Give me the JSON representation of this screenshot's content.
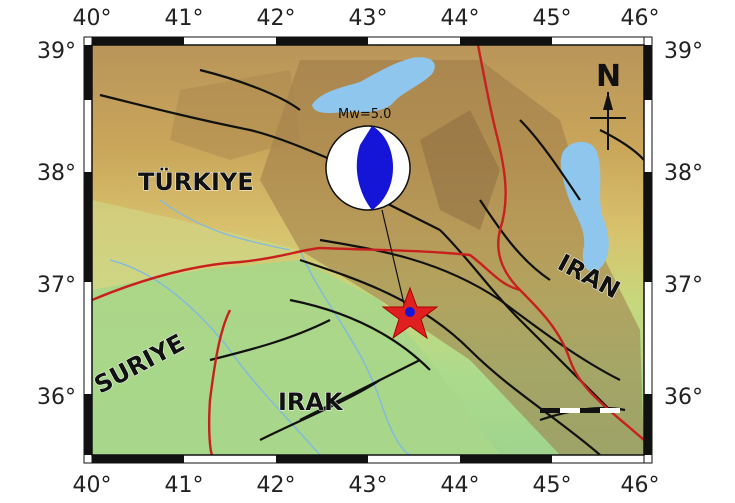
{
  "map": {
    "lon_labels": [
      "40°",
      "41°",
      "42°",
      "43°",
      "44°",
      "45°",
      "46°"
    ],
    "lat_labels": [
      "39°",
      "38°",
      "37°",
      "36°"
    ],
    "countries": {
      "turkey": "TÜRKIYE",
      "iran": "IRAN",
      "syria": "SURIYE",
      "iraq": "IRAK"
    },
    "magnitude": "Mw=5.0",
    "north_symbol": "N",
    "colors": {
      "border": "#c8201e",
      "fault": "#111111",
      "lake": "#8ec6ee",
      "lowland": "#a8d68a",
      "highland": "#c7a253",
      "epicenter": "#e02020",
      "beachball": "#1515d8"
    }
  }
}
